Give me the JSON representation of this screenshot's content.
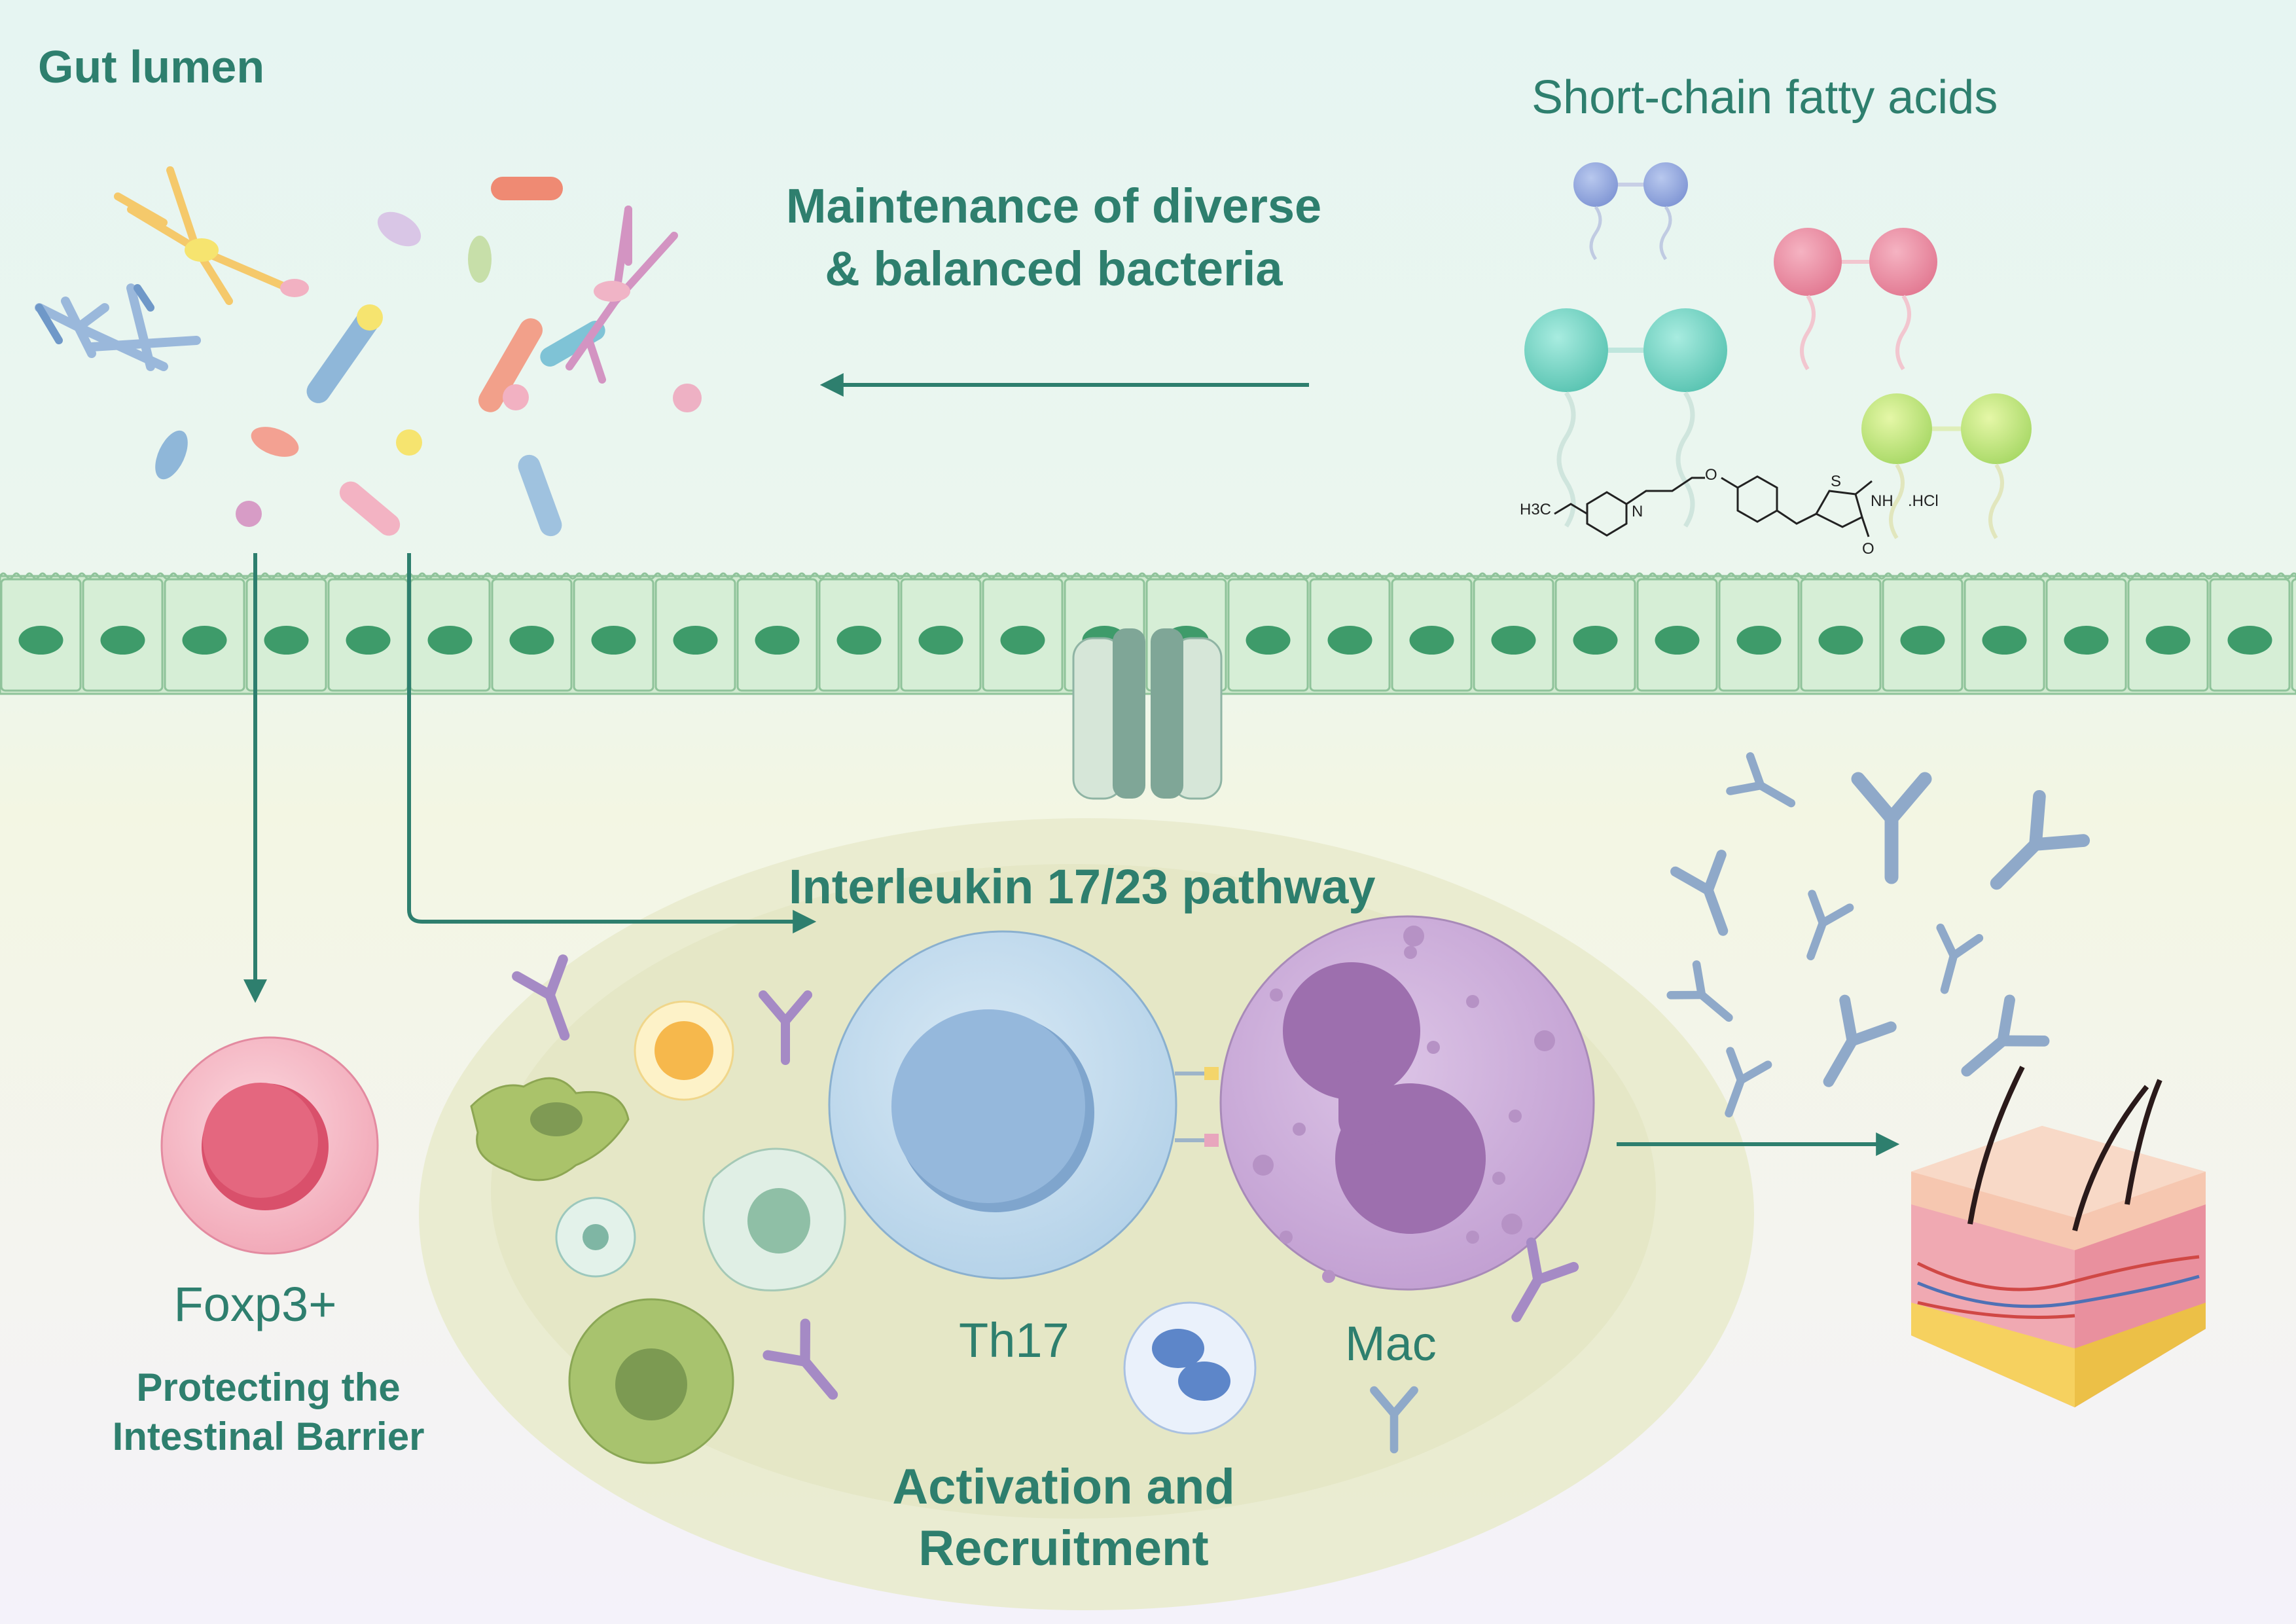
{
  "colors": {
    "teal_text": "#2e7f6e",
    "arrow": "#2e7f6e",
    "lumen_bg": "#e8f6f3",
    "tissue_bg": "#f2f6e4",
    "epithelium": "#cde8c9",
    "nucleus": "#3e9b6a",
    "th17": "#b8d6ea",
    "macrophage": "#c9a6d6",
    "foxp3": "#f2a6b6",
    "antibody": "#8fa9c9"
  },
  "labels": {
    "gut_lumen": "Gut lumen",
    "scfa_title": "Short-chain fatty acids",
    "maintenance_line1": "Maintenance of diverse",
    "maintenance_line2": "& balanced bacteria",
    "il_pathway": "Interleukin 17/23 pathway",
    "foxp3": "Foxp3+",
    "protecting_line1": "Protecting the",
    "protecting_line2": "Intestinal Barrier",
    "th17": "Th17",
    "mac": "Mac",
    "activation_line1": "Activation and",
    "activation_line2": "Recruitment"
  },
  "molecule": {
    "left_group": "H3C",
    "ring_atom_n": "N",
    "ether_o": "O",
    "thiazolidine_s": "S",
    "imide_nh": "NH",
    "carbonyl_o": "O",
    "salt": ".HCl"
  },
  "icons": [
    "bacteria-cluster-icon",
    "scfa-molecule-icon",
    "epithelial-cell-icon",
    "membrane-channel-icon",
    "foxp3-treg-cell-icon",
    "th17-cell-icon",
    "macrophage-cell-icon",
    "dendritic-cell-icon",
    "neutrophil-icon",
    "antibody-icon",
    "skin-cross-section-icon"
  ]
}
